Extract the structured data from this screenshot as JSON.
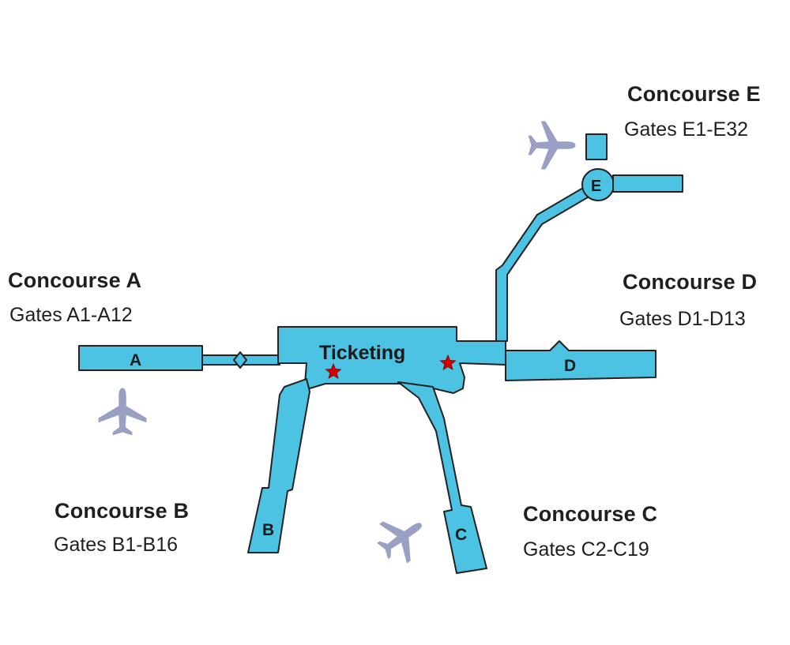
{
  "colors": {
    "terminal_fill": "#4cc3e2",
    "terminal_outline": "#222222",
    "star": "#d40000",
    "plane": "#9a9fc4"
  },
  "labels": {
    "ticketing": "Ticketing",
    "concourse_a_letter": "A",
    "concourse_b_letter": "B",
    "concourse_c_letter": "C",
    "concourse_d_letter": "D",
    "concourse_e_letter": "E"
  },
  "concourses": {
    "a": {
      "title": "Concourse A",
      "gates": "Gates A1-A12"
    },
    "b": {
      "title": "Concourse B",
      "gates": "Gates B1-B16"
    },
    "c": {
      "title": "Concourse C",
      "gates": "Gates C2-C19"
    },
    "d": {
      "title": "Concourse D",
      "gates": "Gates D1-D13"
    },
    "e": {
      "title": "Concourse E",
      "gates": "Gates E1-E32"
    }
  },
  "icons": {
    "airplane": "airplane-icon",
    "star": "star-icon"
  }
}
